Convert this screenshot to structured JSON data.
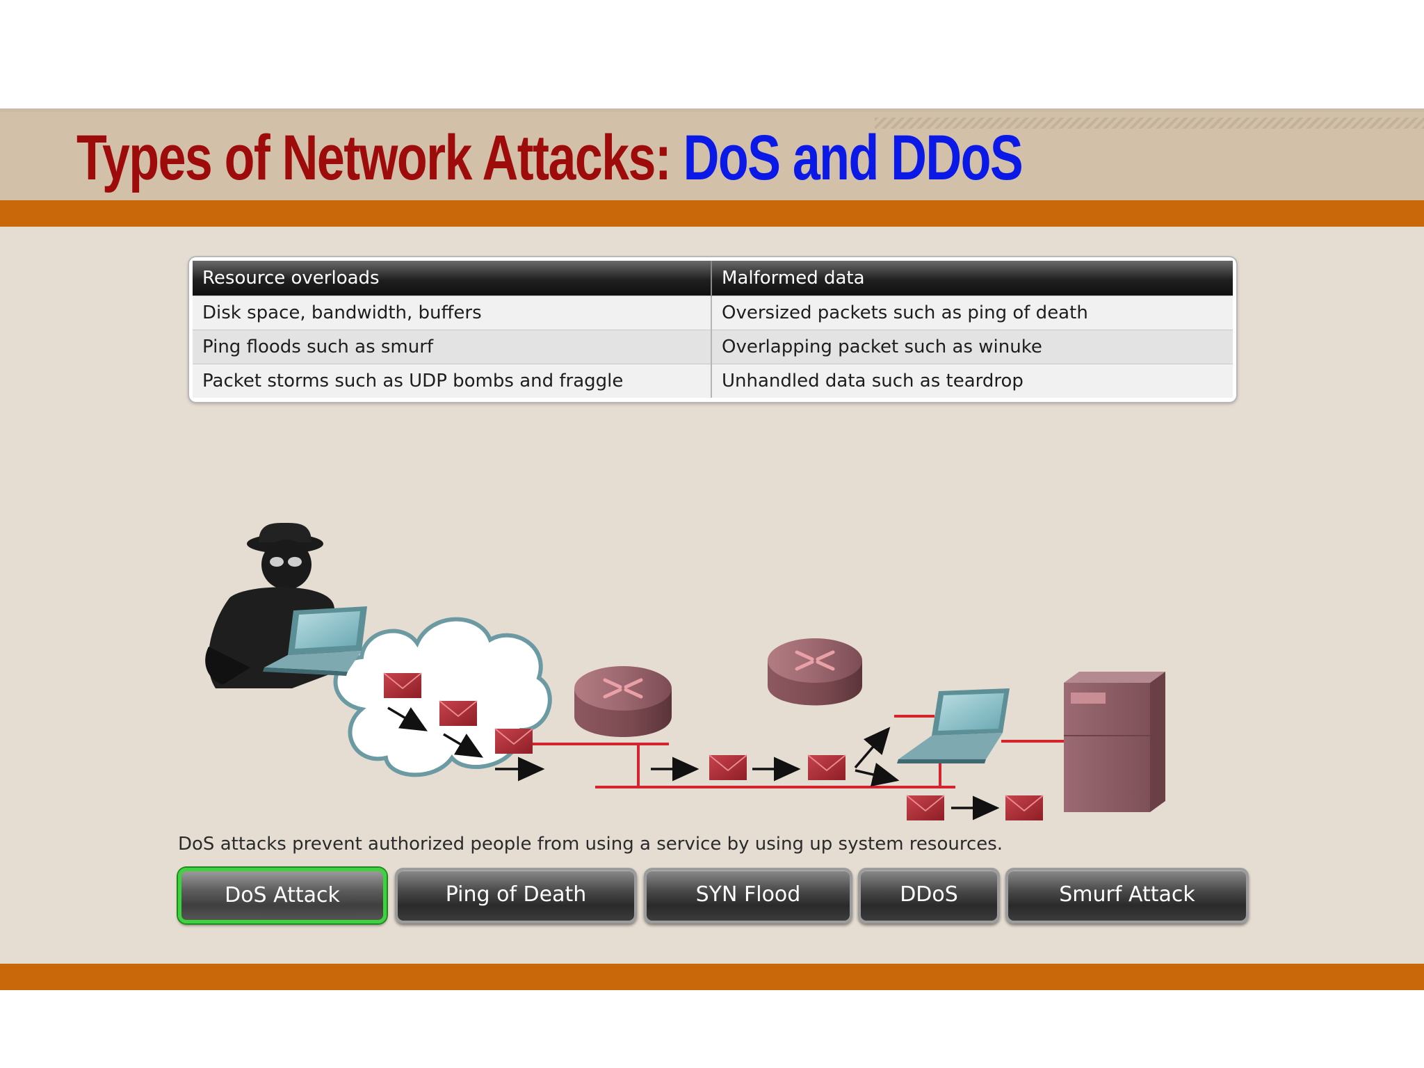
{
  "slide": {
    "title_main": "Types of Network Attacks: ",
    "title_highlight": "DoS and DDoS"
  },
  "table": {
    "headers": [
      "Resource overloads",
      "Malformed data"
    ],
    "rows": [
      [
        "Disk space, bandwidth, buffers",
        "Oversized packets such as ping of death"
      ],
      [
        "Ping floods such as smurf",
        "Overlapping packet such as winuke"
      ],
      [
        "Packet storms such as UDP bombs and fraggle",
        "Unhandled data such as teardrop"
      ]
    ]
  },
  "diagram": {
    "caption": "DoS attacks prevent authorized people from using a service by using up system resources.",
    "icons": [
      "attacker-icon",
      "laptop-icon",
      "cloud-icon",
      "envelope-icon",
      "router-icon",
      "server-icon"
    ]
  },
  "tabs": [
    {
      "label": "DoS Attack",
      "active": true
    },
    {
      "label": "Ping of Death",
      "active": false
    },
    {
      "label": "SYN Flood",
      "active": false
    },
    {
      "label": "DDoS",
      "active": false
    },
    {
      "label": "Smurf Attack",
      "active": false
    }
  ],
  "colors": {
    "title_red": "#9e0b0b",
    "title_blue": "#0b19e6",
    "accent_orange": "#c8680a",
    "active_tab_border": "#3ed33e"
  }
}
